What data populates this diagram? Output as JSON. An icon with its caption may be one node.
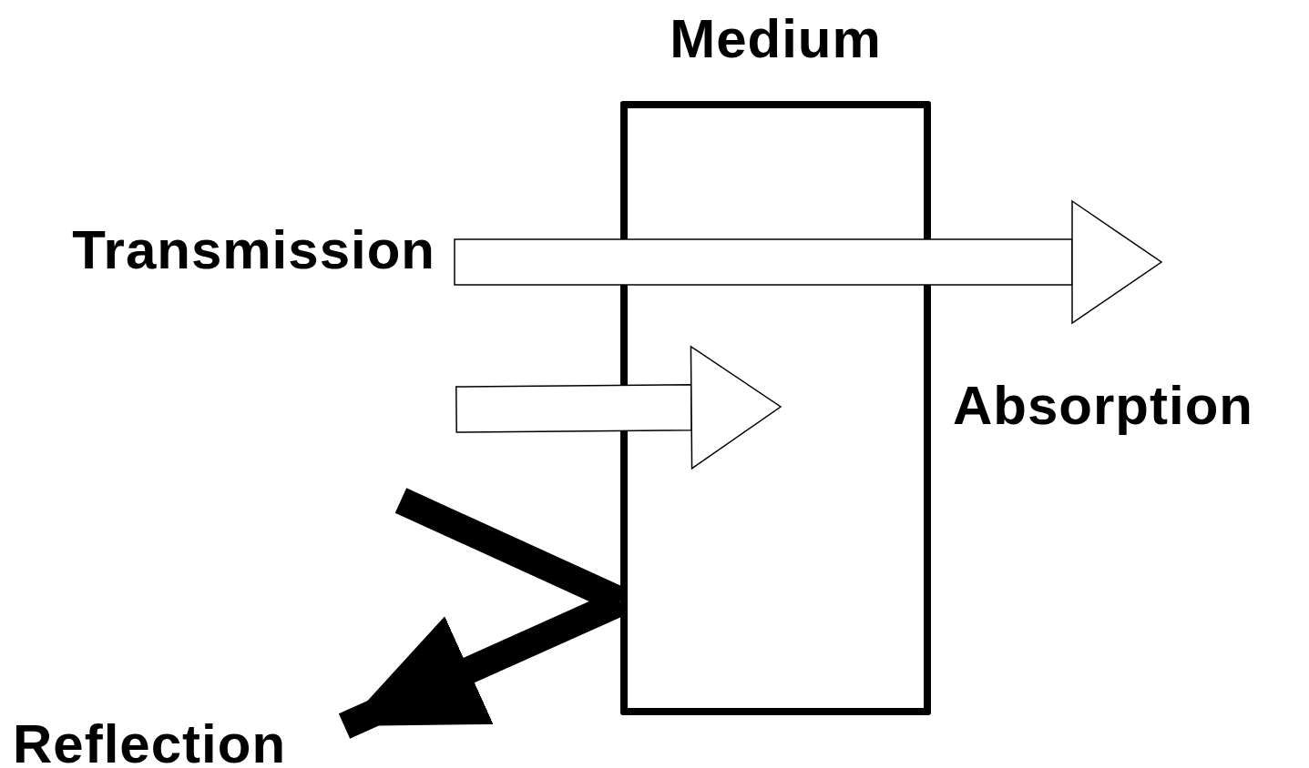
{
  "diagram": {
    "nodes": [
      {
        "text": [
          "Medium"
        ]
      },
      {
        "text": [
          "Transmission"
        ]
      },
      {
        "text": [
          "Reflection"
        ]
      }
    ],
    "edges": [
      {
        "from": 1,
        "to": null,
        "arrow": "to"
      },
      {
        "from": null,
        "to": 0,
        "arrow": "to"
      },
      {
        "from": null,
        "to": 0,
        "arrow": "none",
        "style": "thick"
      },
      {
        "from": 0,
        "to": 2,
        "arrow": "to",
        "style": "thick"
      }
    ],
    "labels": [
      "Absorption"
    ]
  }
}
